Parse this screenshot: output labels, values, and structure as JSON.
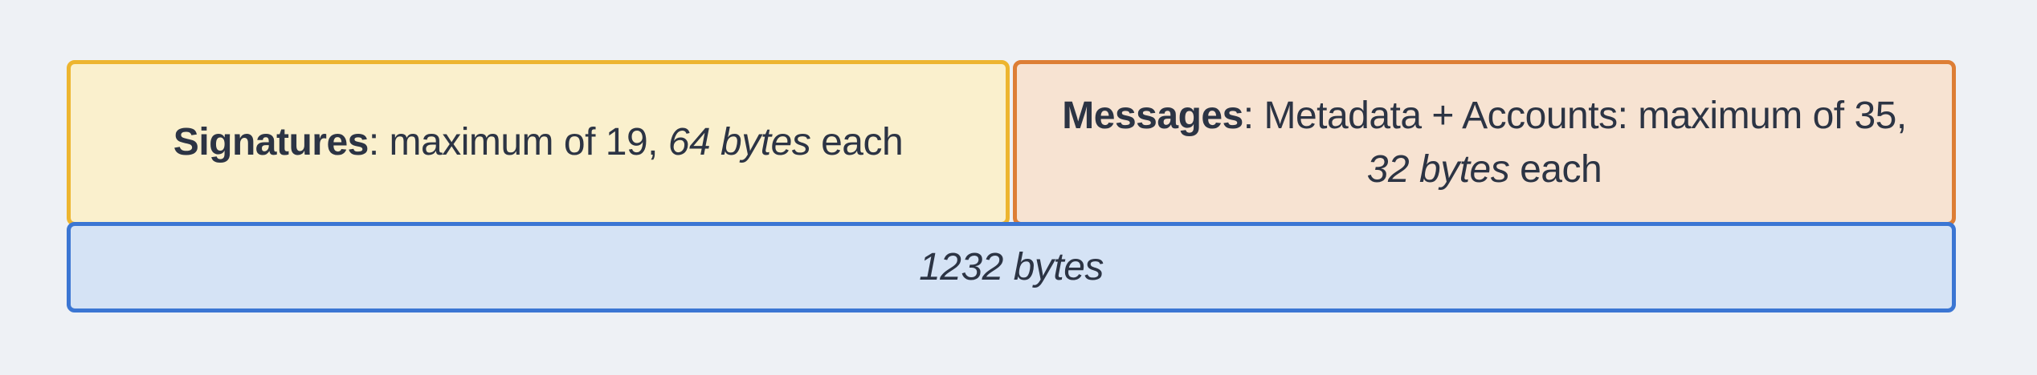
{
  "page": {
    "background_color": "#eef1f5",
    "text_color": "#2c3444"
  },
  "diagram": {
    "signatures_box": {
      "bold": "Signatures",
      "mid": ": maximum of 19, ",
      "italic": "64 bytes",
      "tail": " each",
      "fill_color": "#faf0cd",
      "border_color": "#edb52f"
    },
    "messages_box": {
      "bold": "Messages",
      "mid": ": Metadata + Accounts: maximum of 35,",
      "italic": "32 bytes",
      "tail": " each",
      "fill_color": "#f7e3d2",
      "border_color": "#dd7e35"
    },
    "total_box": {
      "label": "1232 bytes",
      "fill_color": "#d5e3f5",
      "border_color": "#3b76d3"
    }
  }
}
